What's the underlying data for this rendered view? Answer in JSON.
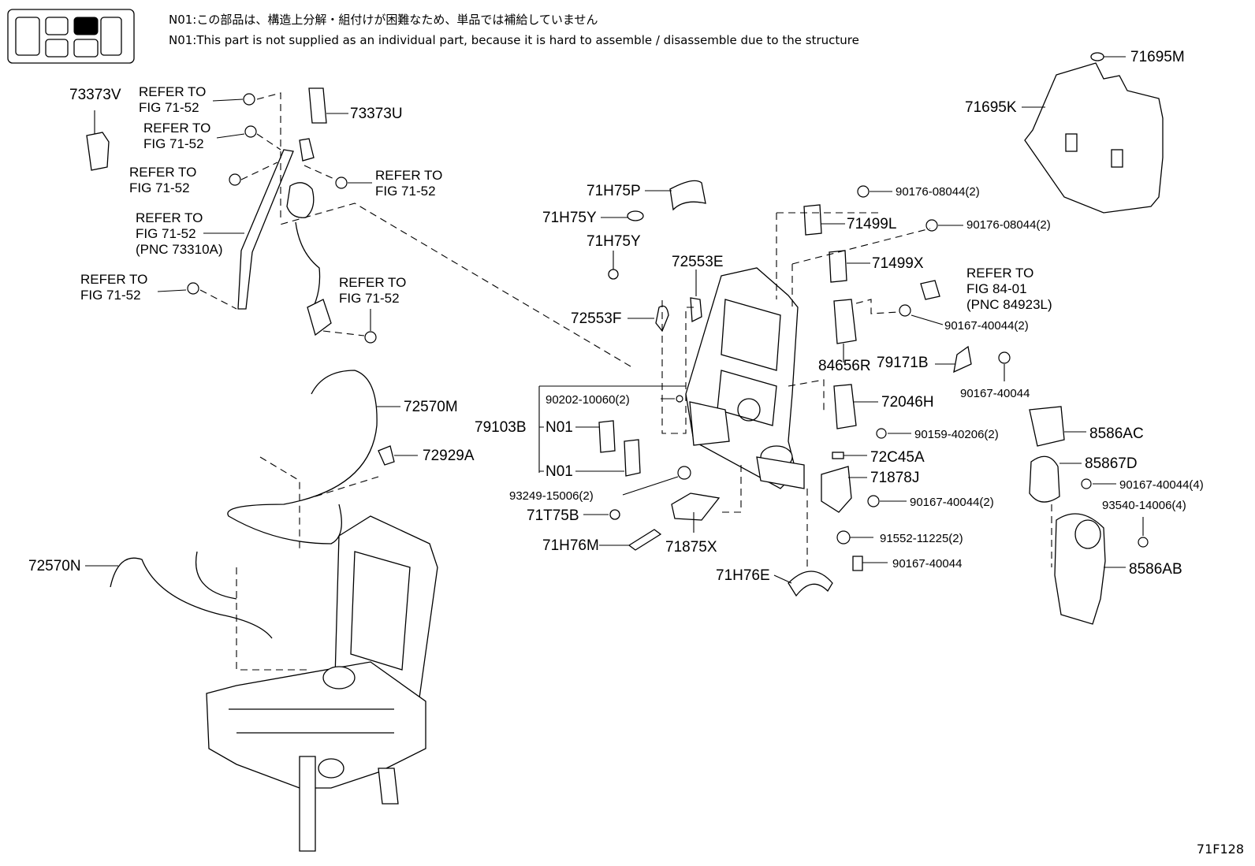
{
  "notes": {
    "jp": "N01:この部品は、構造上分解・組付けが困難なため、単品では補給していません",
    "en": "N01:This part is not supplied as an individual part, because it is hard to assemble / disassemble due to the structure"
  },
  "figure_id": "71F128",
  "refer": {
    "r1a": "REFER TO",
    "r1b": "FIG 71-52",
    "r2a": "REFER TO",
    "r2b": "FIG 71-52",
    "r3a": "REFER TO",
    "r3b": "FIG 71-52",
    "r4a": "REFER TO",
    "r4b": "FIG 71-52",
    "r5a": "REFER TO",
    "r5b": "FIG 71-52",
    "r5c": "(PNC 73310A)",
    "r6a": "REFER TO",
    "r6b": "FIG 71-52",
    "r7a": "REFER TO",
    "r7b": "FIG 71-52",
    "r8a": "REFER TO",
    "r8b": "FIG 84-01",
    "r8c": "(PNC 84923L)"
  },
  "labels": {
    "p73373V": "73373V",
    "p73373U": "73373U",
    "p71695M": "71695M",
    "p71695K": "71695K",
    "p71H75P": "71H75P",
    "p71H75Y_1": "71H75Y",
    "p71H75Y_2": "71H75Y",
    "p72553E": "72553E",
    "p72553F": "72553F",
    "p90176_1": "90176-08044(2)",
    "p71499L": "71499L",
    "p90176_2": "90176-08044(2)",
    "p71499X": "71499X",
    "p90167_40044_2a": "90167-40044(2)",
    "p84656R": "84656R",
    "p79171B": "79171B",
    "p90167_40044_a": "90167-40044",
    "p72570M": "72570M",
    "p72929A": "72929A",
    "p90202": "90202-10060(2)",
    "p79103B": "79103B",
    "pN01_1": "N01",
    "pN01_2": "N01",
    "p72046H": "72046H",
    "p90159": "90159-40206(2)",
    "p8586AC": "8586AC",
    "p72C45A": "72C45A",
    "p85867D": "85867D",
    "p71878J": "71878J",
    "p90167_40044_4": "90167-40044(4)",
    "p93249": "93249-15006(2)",
    "p90167_40044_2b": "90167-40044(2)",
    "p93540": "93540-14006(4)",
    "p71T75B": "71T75B",
    "p91552": "91552-11225(2)",
    "p71H76M": "71H76M",
    "p71875X": "71875X",
    "p72570N": "72570N",
    "p90167_40044_b": "90167-40044",
    "p8586AB": "8586AB",
    "p71H76E": "71H76E"
  }
}
